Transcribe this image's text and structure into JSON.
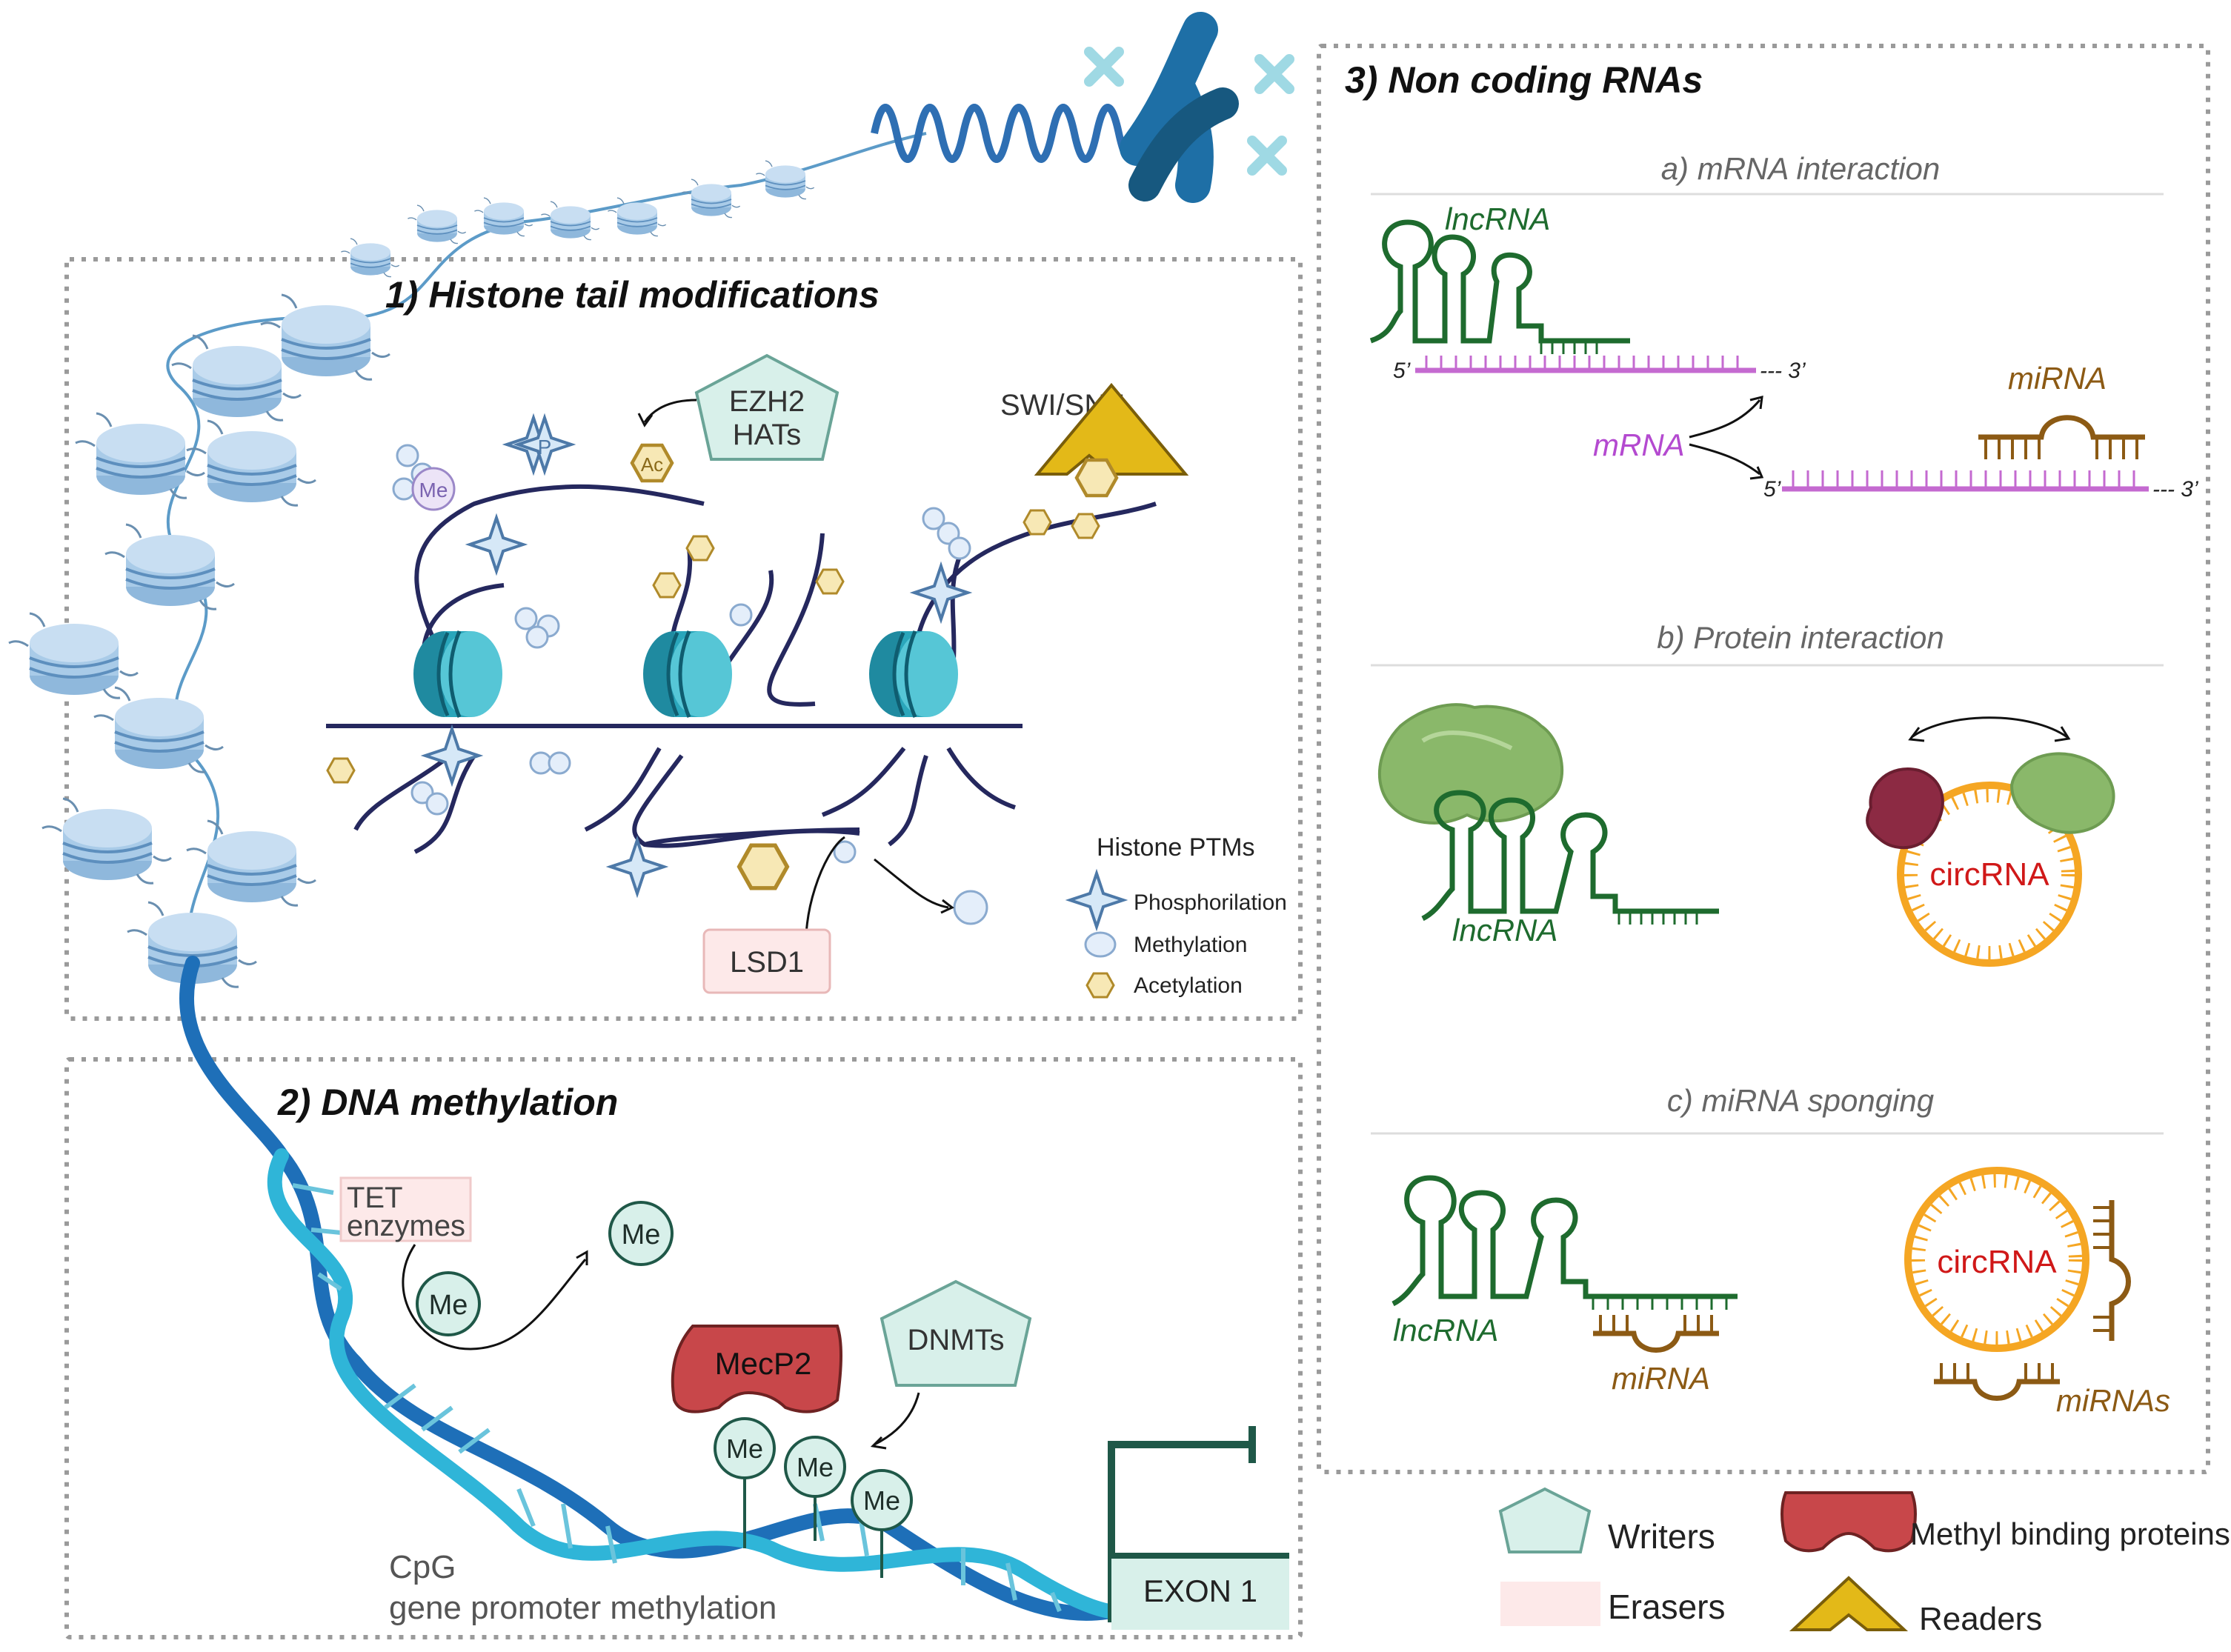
{
  "sections": {
    "histone": {
      "title": "1) Histone tail modifications",
      "writer_line1": "EZH2",
      "writer_line2": "HATs",
      "reader": "SWI/SNF",
      "eraser": "LSD1",
      "mark_me": "Me",
      "mark_p": "P",
      "mark_ac": "Ac",
      "legend": {
        "title": "Histone PTMs",
        "items": [
          "Phosphorilation",
          "Methylation",
          "Acetylation"
        ]
      }
    },
    "dna": {
      "title": "2) DNA methylation",
      "eraser_line1": "TET",
      "eraser_line2": "enzymes",
      "me_label": "Me",
      "mbp": "MecP2",
      "writer": "DNMTs",
      "cpg_line1": "CpG",
      "cpg_line2": "gene promoter methylation",
      "exon": "EXON 1"
    },
    "ncrna": {
      "title": "3) Non coding RNAs",
      "sub_a": "a) mRNA interaction",
      "sub_b": "b) Protein interaction",
      "sub_c": "c) miRNA sponging",
      "lncrna": "lncRNA",
      "mirna": "miRNA",
      "mirnas": "miRNAs",
      "mrna": "mRNA",
      "circrna": "circRNA",
      "five_prime": "5’",
      "three_prime": "--- 3’"
    }
  },
  "legend": {
    "writers": "Writers",
    "erasers": "Erasers",
    "mbp": "Methyl binding proteins",
    "readers": "Readers"
  },
  "colors": {
    "writer_fill": "#d8f0ea",
    "eraser_fill": "#fde9e9",
    "mbp_fill": "#c8474a",
    "reader_fill": "#e3b918",
    "lncrna": "#1e6b2e",
    "mirna": "#8c5a14",
    "mrna": "#c46ad0",
    "circrna": "#f5a623",
    "circ_text": "#d01818"
  }
}
